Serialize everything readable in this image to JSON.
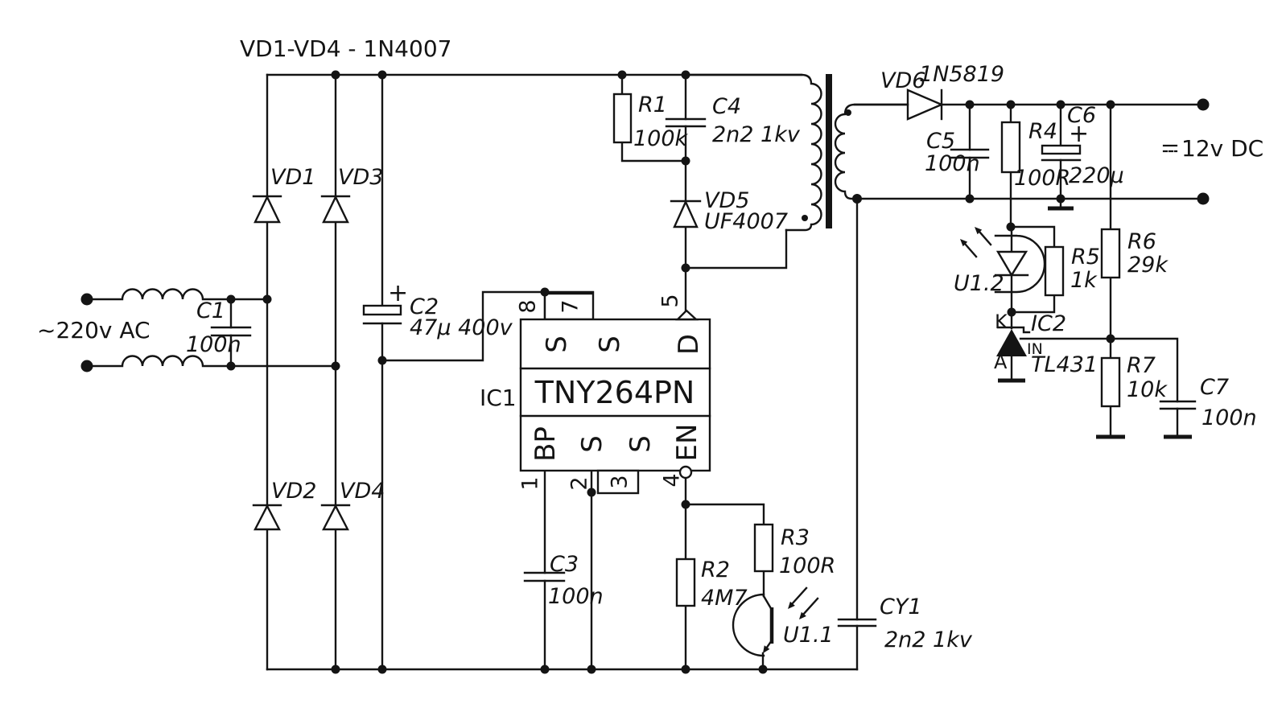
{
  "meta": {
    "type": "circuit-schematic",
    "description": "Flyback switch-mode power supply schematic based on TNY264PN",
    "ink_color": "#141414",
    "background_color": "#ffffff"
  },
  "title": "VD1-VD4 - 1N4007",
  "nodes": {
    "ac_input": "~220v AC",
    "dc_output": "12v DC"
  },
  "ic1": {
    "ref": "IC1",
    "part": "TNY264PN",
    "pins": {
      "p1": "1",
      "p2": "2",
      "p3": "3",
      "p4": "4",
      "p5": "5",
      "p7": "7",
      "p8": "8"
    },
    "pads": {
      "s_top_left": "S",
      "s_top_right": "S",
      "drain": "D",
      "bp": "BP",
      "s_bot_left": "S",
      "s_bot_right": "S",
      "en": "EN"
    }
  },
  "ic2": {
    "ref": "IC2",
    "part": "TL431",
    "cathode": "K",
    "anode": "A",
    "ref_pin": "IN"
  },
  "optocoupler": {
    "transistor": "U1.1",
    "led": "U1.2"
  },
  "components": {
    "C1": {
      "ref": "C1",
      "value": "100n"
    },
    "C2": {
      "ref": "C2",
      "value": "47µ 400v",
      "polarity": "+"
    },
    "C3": {
      "ref": "C3",
      "value": "100n"
    },
    "C4": {
      "ref": "C4",
      "value": "2n2 1kv"
    },
    "C5": {
      "ref": "C5",
      "value": "100n"
    },
    "C6": {
      "ref": "C6",
      "value": "220µ",
      "polarity": "+"
    },
    "C7": {
      "ref": "C7",
      "value": "100n"
    },
    "CY1": {
      "ref": "CY1",
      "value": "2n2 1kv"
    },
    "R1": {
      "ref": "R1",
      "value": "100k"
    },
    "R2": {
      "ref": "R2",
      "value": "4M7"
    },
    "R3": {
      "ref": "R3",
      "value": "100R"
    },
    "R4": {
      "ref": "R4",
      "value": "100R"
    },
    "R5": {
      "ref": "R5",
      "value": "1k"
    },
    "R6": {
      "ref": "R6",
      "value": "29k"
    },
    "R7": {
      "ref": "R7",
      "value": "10k"
    },
    "VD1": {
      "ref": "VD1"
    },
    "VD2": {
      "ref": "VD2"
    },
    "VD3": {
      "ref": "VD3"
    },
    "VD4": {
      "ref": "VD4"
    },
    "VD5": {
      "ref": "VD5",
      "value": "UF4007"
    },
    "VD6": {
      "ref": "VD6",
      "value": "1N5819"
    }
  }
}
